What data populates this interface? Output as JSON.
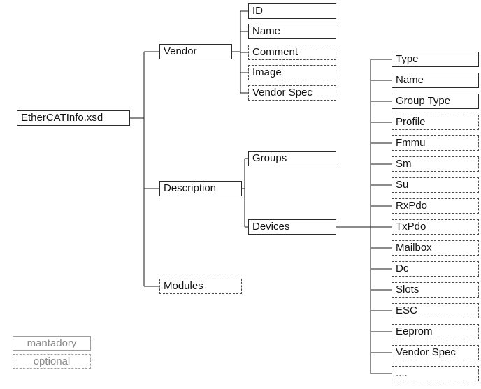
{
  "diagram": {
    "root": {
      "label": "EtherCATInfo.xsd"
    },
    "level1": {
      "vendor": "Vendor",
      "description": "Description",
      "modules": "Modules"
    },
    "vendor_children": [
      {
        "label": "ID",
        "type": "mandatory"
      },
      {
        "label": "Name",
        "type": "mandatory"
      },
      {
        "label": "Comment",
        "type": "optional"
      },
      {
        "label": "Image",
        "type": "optional"
      },
      {
        "label": "Vendor Spec",
        "type": "optional"
      }
    ],
    "description_children": [
      {
        "label": "Groups",
        "type": "mandatory"
      },
      {
        "label": "Devices",
        "type": "mandatory"
      }
    ],
    "devices_children": [
      {
        "label": "Type",
        "type": "mandatory"
      },
      {
        "label": "Name",
        "type": "mandatory"
      },
      {
        "label": "Group Type",
        "type": "mandatory"
      },
      {
        "label": "Profile",
        "type": "optional"
      },
      {
        "label": "Fmmu",
        "type": "optional"
      },
      {
        "label": "Sm",
        "type": "optional"
      },
      {
        "label": "Su",
        "type": "optional"
      },
      {
        "label": "RxPdo",
        "type": "optional"
      },
      {
        "label": "TxPdo",
        "type": "optional"
      },
      {
        "label": "Mailbox",
        "type": "optional"
      },
      {
        "label": "Dc",
        "type": "optional"
      },
      {
        "label": "Slots",
        "type": "optional"
      },
      {
        "label": "ESC",
        "type": "optional"
      },
      {
        "label": "Eeprom",
        "type": "optional"
      },
      {
        "label": "Vendor Spec",
        "type": "optional"
      },
      {
        "label": "....",
        "type": "optional"
      }
    ],
    "legend": {
      "mandatory": "mantadory",
      "optional": "optional"
    },
    "colors": {
      "node_border": "#2b2b2b",
      "line": "#1a1a1a",
      "legend_border": "#9e9e9e",
      "legend_text": "#8a8a8a",
      "background": "#ffffff"
    }
  }
}
